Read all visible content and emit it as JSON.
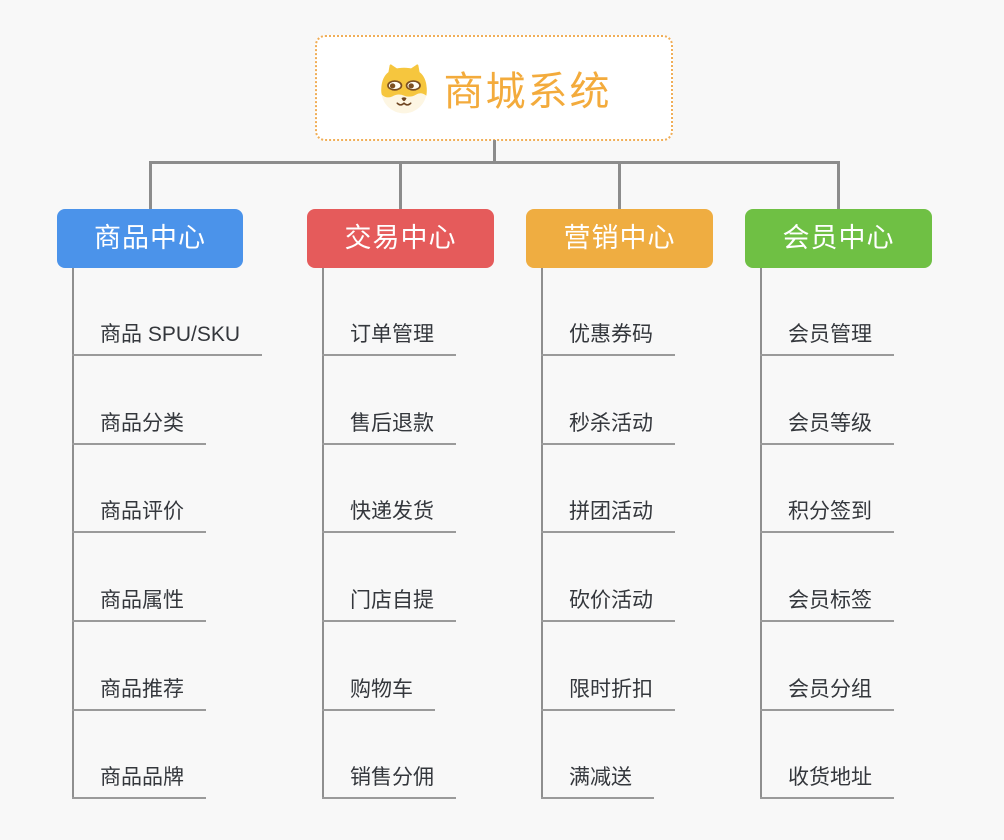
{
  "root": {
    "title": "商城系统",
    "icon": "doge-dog-icon",
    "text_color": "#f3ab3c",
    "border_color": "#f0ae58"
  },
  "connector_color": "#8c8c8c",
  "underline_color": "#9a9a9a",
  "background_color": "#f8f8f8",
  "branches": [
    {
      "label": "商品中心",
      "color": "#4b93ea",
      "items": [
        "商品 SPU/SKU",
        "商品分类",
        "商品评价",
        "商品属性",
        "商品推荐",
        "商品品牌"
      ]
    },
    {
      "label": "交易中心",
      "color": "#e55b5b",
      "items": [
        "订单管理",
        "售后退款",
        "快递发货",
        "门店自提",
        "购物车",
        "销售分佣"
      ]
    },
    {
      "label": "营销中心",
      "color": "#efad41",
      "items": [
        "优惠券码",
        "秒杀活动",
        "拼团活动",
        "砍价活动",
        "限时折扣",
        "满减送"
      ]
    },
    {
      "label": "会员中心",
      "color": "#6fc044",
      "items": [
        "会员管理",
        "会员等级",
        "积分签到",
        "会员标签",
        "会员分组",
        "收货地址"
      ]
    }
  ]
}
